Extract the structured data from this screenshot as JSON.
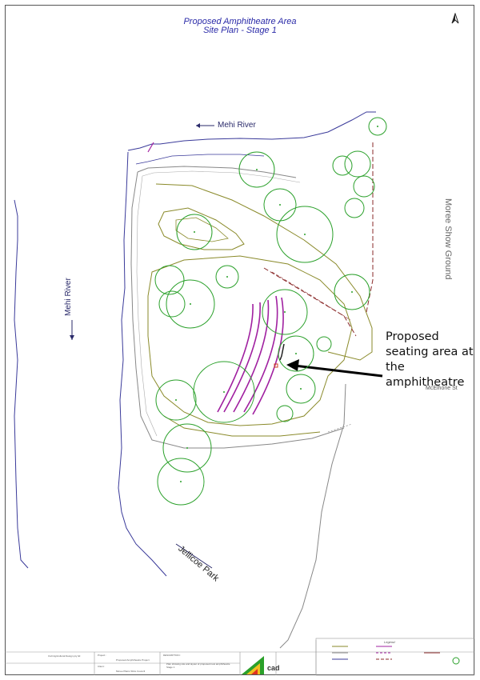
{
  "title": {
    "line1": "Proposed Amphitheatre Area",
    "line2": "Site Plan - Stage 1"
  },
  "north_symbol": "north-arrow",
  "labels": {
    "mehi_river_top": "Mehi River",
    "mehi_river_left": "Mehi River",
    "moree_show_ground": "Moree Show Ground",
    "jellicoe_park": "Jellicoe Park",
    "mcelhone_st": "McElhone St"
  },
  "callout": {
    "line1": "Proposed",
    "line2": "seating area at",
    "line3": "the",
    "line4": "amphitheatre"
  },
  "title_block": {
    "project_label": "Project :",
    "project_value": "Proposed Amphitheatre Project",
    "client_label": "Client :",
    "client_value": "Moree Plains Shire Council",
    "description_label": "DESCRIPTION :",
    "description_value": "Plan showing site and layout of proposed new amphitheatre Stage 1",
    "company": "Civil Agricultural Design pty ltd",
    "logo_text": "cad",
    "legend_title": "Legend:"
  },
  "colors": {
    "river": "#3a3a9a",
    "contour": "#8a8a2a",
    "trees": "#2aa02a",
    "seating": "#a020a0",
    "fence": "#8a2a2a",
    "path": "#888888"
  }
}
